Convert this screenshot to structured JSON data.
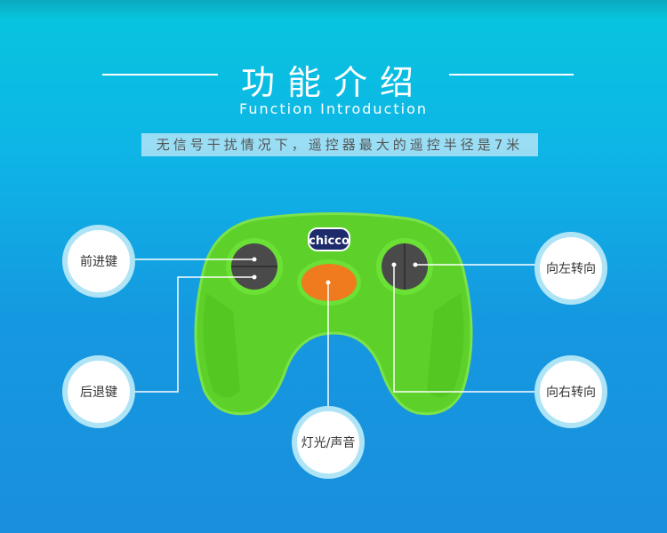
{
  "header": {
    "title": "功能介绍",
    "subtitle": "Function Introduction",
    "note": "无信号干扰情况下，遥控器最大的遥控半径是7米"
  },
  "controller": {
    "brand": "chicco",
    "color": "#5dd12a",
    "button_color": "#f07a1e"
  },
  "labels": {
    "forward": "前进键",
    "backward": "后退键",
    "left": "向左转向",
    "right": "向右转向",
    "light_sound": "灯光/声音"
  }
}
